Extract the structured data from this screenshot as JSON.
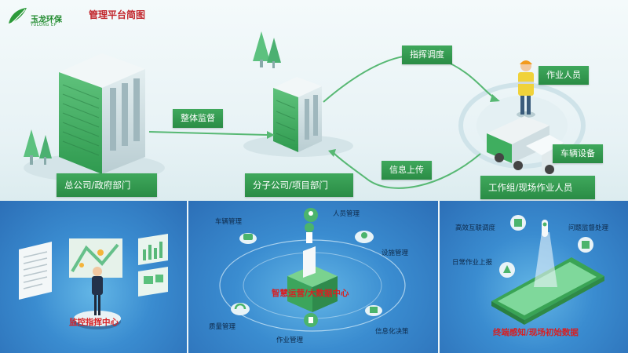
{
  "logo": {
    "name": "玉龙环保",
    "sub": "YULONG EP"
  },
  "title": "管理平台简图",
  "top": {
    "hq_label": "总公司/政府部门",
    "branch_label": "分子公司/项目部门",
    "field_label": "工作组/现场作业人员",
    "worker_label": "作业人员",
    "vehicle_label": "车辆设备",
    "flow_overall": "整体监督",
    "flow_dispatch": "指挥调度",
    "flow_upload": "信息上传"
  },
  "panels": {
    "monitor": {
      "title": "监控指挥中心"
    },
    "bigdata": {
      "title": "智慧运营/大数据中心",
      "nodes": {
        "vehicle": "车辆管理",
        "personnel": "人员管理",
        "facility": "设施管理",
        "decision": "信息化决策",
        "operation": "作业管理",
        "quality": "质量管理"
      }
    },
    "terminal": {
      "title": "终端感知/现场初始数据",
      "nodes": {
        "interconnect": "高效互联调度",
        "issue": "问题监督处理",
        "daily": "日常作业上报"
      }
    }
  },
  "colors": {
    "accent_green": "#2f9a4f",
    "title_red": "#c2262c",
    "panel_blue": "#3a8cd0"
  }
}
